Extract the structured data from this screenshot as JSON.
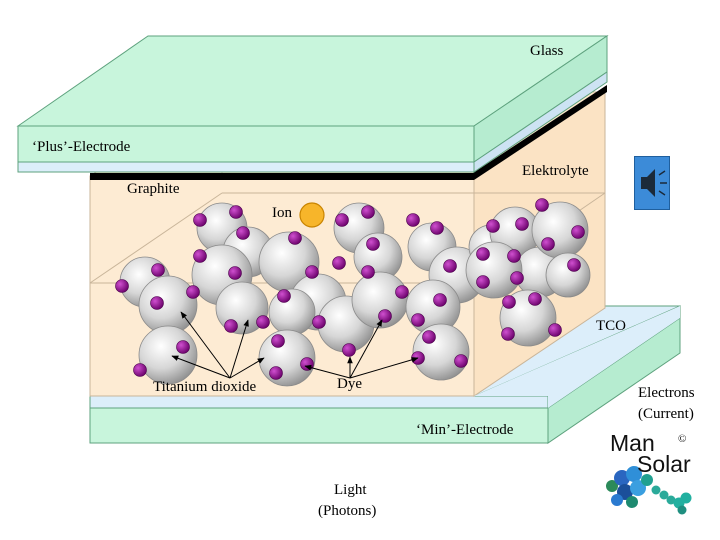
{
  "labels": {
    "glass": "Glass",
    "plus_electrode": "‘Plus’-Electrode",
    "elektrolyte": "Elektrolyte",
    "graphite": "Graphite",
    "ion": "Ion",
    "tco": "TCO",
    "titanium_dioxide": "Titanium dioxide",
    "dye": "Dye",
    "electrons": "Electrons",
    "current": "(Current)",
    "min_electrode": "‘Min’-Electrode",
    "light": "Light",
    "photons": "(Photons)"
  },
  "logo": {
    "line1": "Man",
    "line2": "Solar",
    "copyright": "©"
  },
  "icons": {
    "speaker": "speaker-icon"
  },
  "colors": {
    "glass": "#c8f5dc",
    "glass_edge": "#5ea27e",
    "electrolyte": "#fde8cc",
    "tco": "#dceefa",
    "dye": "#8c008c",
    "ion": "#f7b52a",
    "speaker": "#3c8bd8"
  }
}
